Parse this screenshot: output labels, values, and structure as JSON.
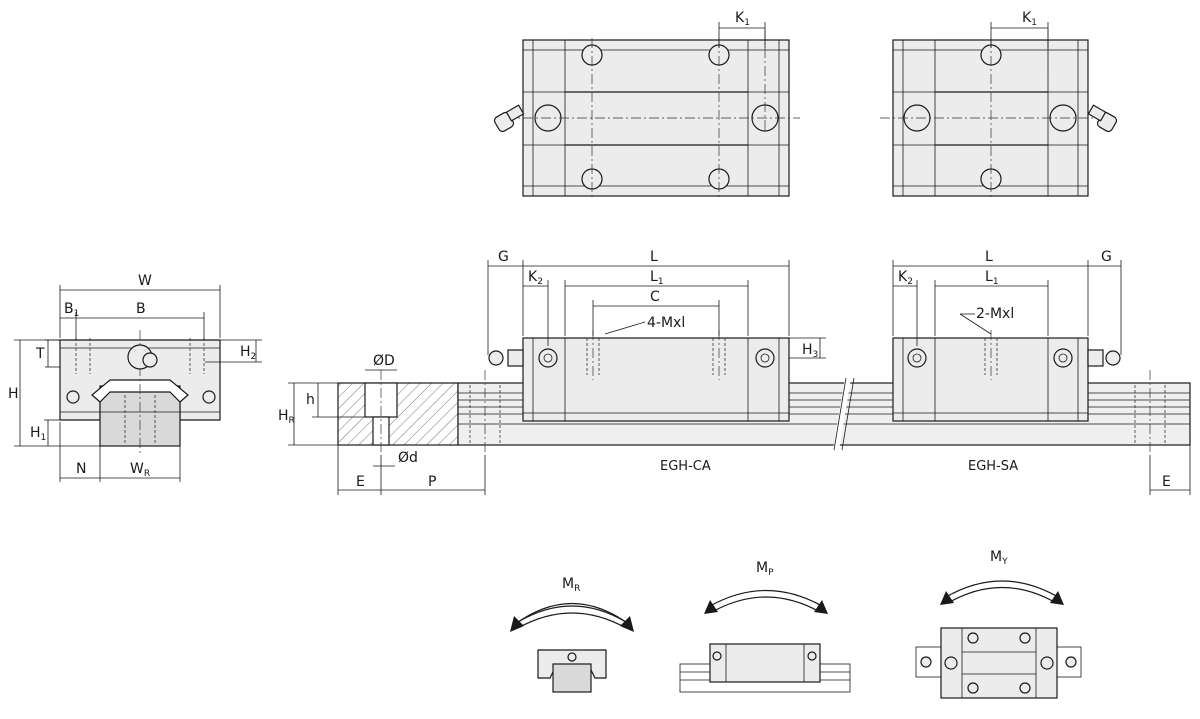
{
  "front_view": {
    "width": "W",
    "b1": "B",
    "b1_sub": "1",
    "b": "B",
    "t": "T",
    "h": "H",
    "h1": "H",
    "h1_sub": "1",
    "h2": "H",
    "h2_sub": "2",
    "n": "N",
    "wr": "W",
    "wr_sub": "R"
  },
  "rail_section": {
    "od": "ØD",
    "d": "Ød",
    "hr": "H",
    "hr_sub": "R",
    "h": "h",
    "e": "E",
    "p": "P"
  },
  "side_view": {
    "g_left": "G",
    "l_left": "L",
    "k2_left": "K",
    "k2_left_sub": "2",
    "l1_left": "L",
    "l1_left_sub": "1",
    "c": "C",
    "thread_ca": "4-Mxl",
    "h3": "H",
    "h3_sub": "3",
    "label_ca": "EGH-CA",
    "l_right": "L",
    "g_right": "G",
    "k2_right": "K",
    "k2_right_sub": "2",
    "l1_right": "L",
    "l1_right_sub": "1",
    "thread_sa": "2-Mxl",
    "label_sa": "EGH-SA",
    "e_right": "E"
  },
  "top_view": {
    "k1_left": "K",
    "k1_left_sub": "1",
    "k1_right": "K",
    "k1_right_sub": "1"
  },
  "moments": {
    "mr": "M",
    "mr_sub": "R",
    "mp": "M",
    "mp_sub": "P",
    "my": "M",
    "my_sub": "Y"
  }
}
